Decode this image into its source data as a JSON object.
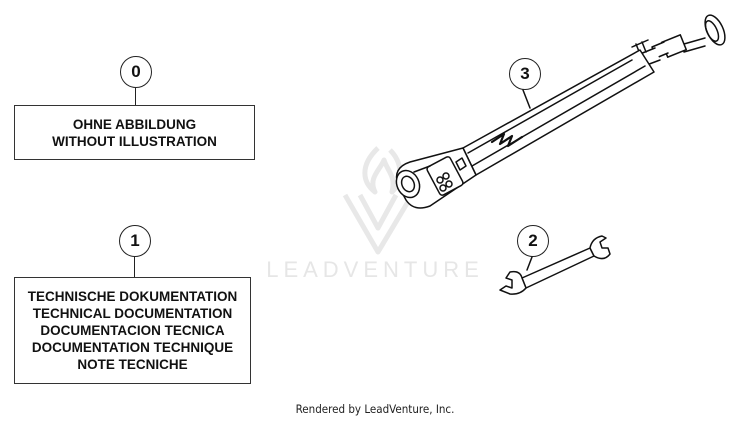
{
  "callouts": {
    "c0": "0",
    "c1": "1",
    "c2": "2",
    "c3": "3"
  },
  "box0": {
    "line1": "OHNE ABBILDUNG",
    "line2": "WITHOUT ILLUSTRATION"
  },
  "box1": {
    "line1": "TECHNISCHE DOKUMENTATION",
    "line2": "TECHNICAL DOCUMENTATION",
    "line3": "DOCUMENTACION TECNICA",
    "line4": "DOCUMENTATION TECHNIQUE",
    "line5": "NOTE TECNICHE"
  },
  "watermark": {
    "text": "LEADVENTURE"
  },
  "footer": {
    "text": "Rendered by LeadVenture, Inc."
  },
  "colors": {
    "line": "#222222",
    "watermark": "#e6e6e6"
  },
  "icons": [
    "suspension-pump-icon",
    "open-end-wrench-icon",
    "leadventure-flame-logo"
  ]
}
